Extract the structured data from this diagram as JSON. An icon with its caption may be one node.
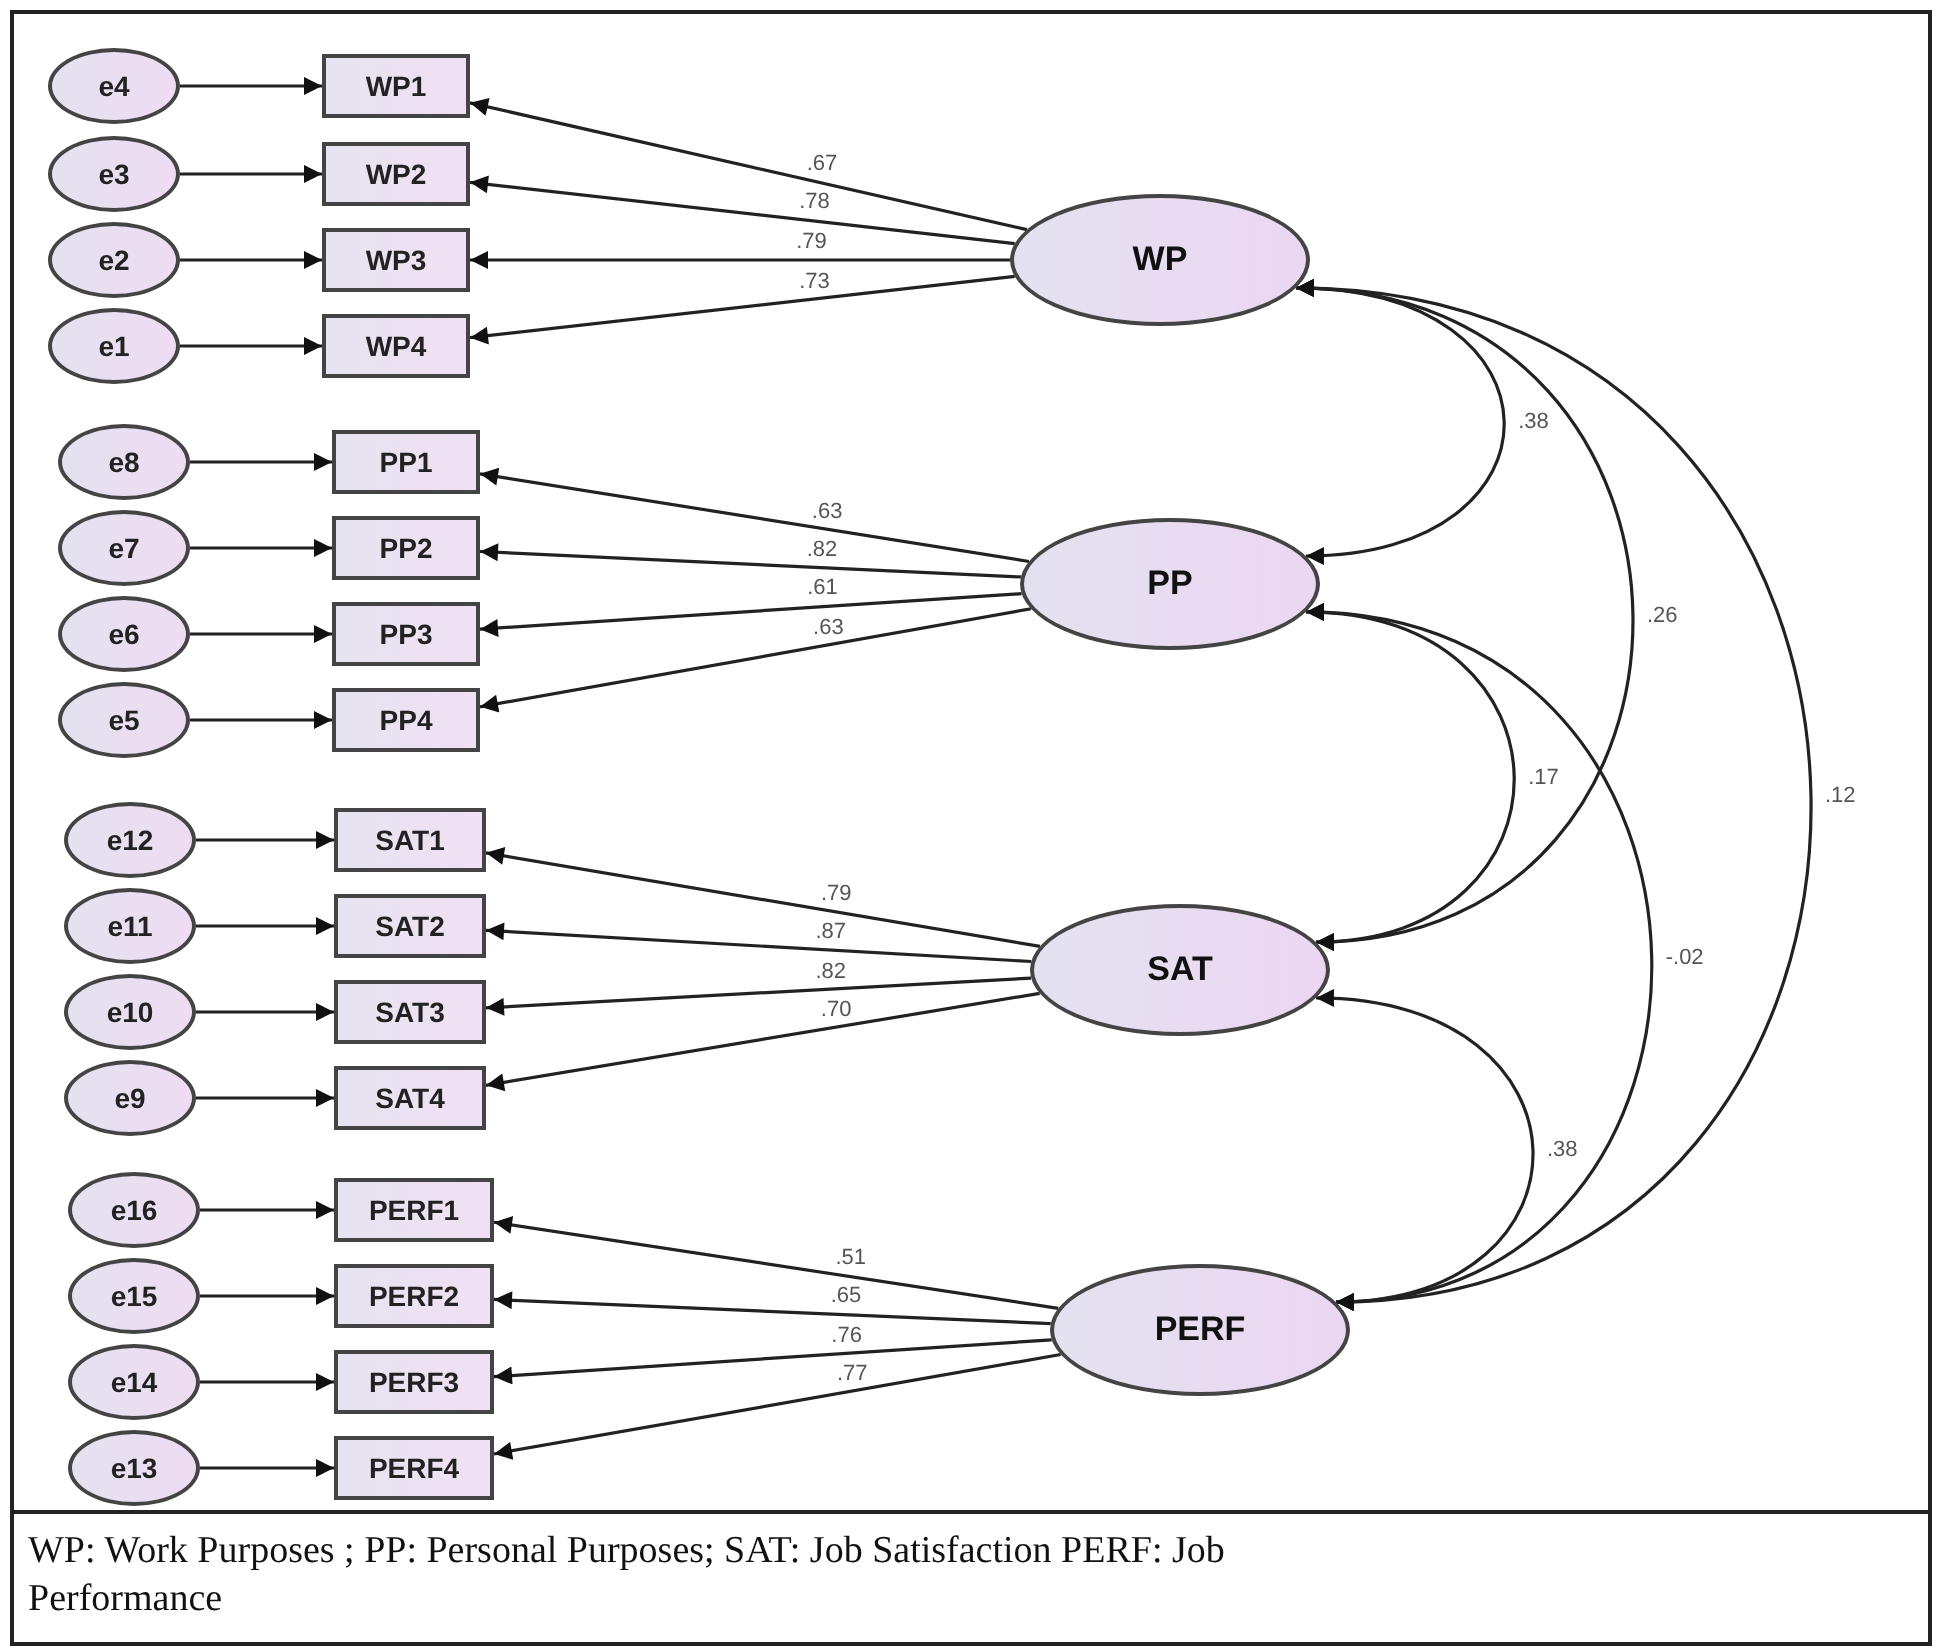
{
  "diagram": {
    "caption": "WP: Work Purposes ; PP: Personal Purposes; SAT: Job Satisfaction PERF: Job Performance",
    "nodes": [
      {
        "text": [
          "e4"
        ]
      },
      {
        "text": [
          "WP1"
        ]
      },
      {
        "text": [
          "e3"
        ]
      },
      {
        "text": [
          "WP2"
        ]
      },
      {
        "text": [
          "e2"
        ]
      },
      {
        "text": [
          "WP3"
        ]
      },
      {
        "text": [
          "e1"
        ]
      },
      {
        "text": [
          "WP4"
        ]
      },
      {
        "text": [
          "WP"
        ]
      },
      {
        "text": [
          "e8"
        ]
      },
      {
        "text": [
          "PP1"
        ]
      },
      {
        "text": [
          "e7"
        ]
      },
      {
        "text": [
          "PP2"
        ]
      },
      {
        "text": [
          "e6"
        ]
      },
      {
        "text": [
          "PP3"
        ]
      },
      {
        "text": [
          "e5"
        ]
      },
      {
        "text": [
          "PP4"
        ]
      },
      {
        "text": [
          "PP"
        ]
      },
      {
        "text": [
          "e12"
        ]
      },
      {
        "text": [
          "SAT1"
        ]
      },
      {
        "text": [
          "e11"
        ]
      },
      {
        "text": [
          "SAT2"
        ]
      },
      {
        "text": [
          "e10"
        ]
      },
      {
        "text": [
          "SAT3"
        ]
      },
      {
        "text": [
          "e9"
        ]
      },
      {
        "text": [
          "SAT4"
        ]
      },
      {
        "text": [
          "SAT"
        ]
      },
      {
        "text": [
          "e16"
        ]
      },
      {
        "text": [
          "PERF1"
        ]
      },
      {
        "text": [
          "e15"
        ]
      },
      {
        "text": [
          "PERF2"
        ]
      },
      {
        "text": [
          "e14"
        ]
      },
      {
        "text": [
          "PERF3"
        ]
      },
      {
        "text": [
          "e13"
        ]
      },
      {
        "text": [
          "PERF4"
        ]
      },
      {
        "text": [
          "PERF"
        ]
      }
    ],
    "edges": [
      {
        "from": 0,
        "to": 1,
        "arrow": "to"
      },
      {
        "from": 2,
        "to": 3,
        "arrow": "to"
      },
      {
        "from": 4,
        "to": 5,
        "arrow": "to"
      },
      {
        "from": 6,
        "to": 7,
        "arrow": "to"
      },
      {
        "from": 8,
        "to": 1,
        "arrow": "to",
        "label": ".67"
      },
      {
        "from": 8,
        "to": 3,
        "arrow": "to",
        "label": ".78"
      },
      {
        "from": 8,
        "to": 5,
        "arrow": "to",
        "label": ".79"
      },
      {
        "from": 8,
        "to": 7,
        "arrow": "to",
        "label": ".73"
      },
      {
        "from": 9,
        "to": 10,
        "arrow": "to"
      },
      {
        "from": 11,
        "to": 12,
        "arrow": "to"
      },
      {
        "from": 13,
        "to": 14,
        "arrow": "to"
      },
      {
        "from": 15,
        "to": 16,
        "arrow": "to"
      },
      {
        "from": 17,
        "to": 10,
        "arrow": "to",
        "label": ".63"
      },
      {
        "from": 17,
        "to": 12,
        "arrow": "to",
        "label": ".82"
      },
      {
        "from": 17,
        "to": 14,
        "arrow": "to",
        "label": ".61"
      },
      {
        "from": 17,
        "to": 16,
        "arrow": "to",
        "label": ".63"
      },
      {
        "from": 18,
        "to": 19,
        "arrow": "to"
      },
      {
        "from": 20,
        "to": 21,
        "arrow": "to"
      },
      {
        "from": 22,
        "to": 23,
        "arrow": "to"
      },
      {
        "from": 24,
        "to": 25,
        "arrow": "to"
      },
      {
        "from": 26,
        "to": 19,
        "arrow": "to",
        "label": ".79"
      },
      {
        "from": 26,
        "to": 21,
        "arrow": "to",
        "label": ".87"
      },
      {
        "from": 26,
        "to": 23,
        "arrow": "to",
        "label": ".82"
      },
      {
        "from": 26,
        "to": 25,
        "arrow": "to",
        "label": ".70"
      },
      {
        "from": 27,
        "to": 28,
        "arrow": "to"
      },
      {
        "from": 29,
        "to": 30,
        "arrow": "to"
      },
      {
        "from": 31,
        "to": 32,
        "arrow": "to"
      },
      {
        "from": 33,
        "to": 34,
        "arrow": "to"
      },
      {
        "from": 35,
        "to": 28,
        "arrow": "to",
        "label": ".51"
      },
      {
        "from": 35,
        "to": 30,
        "arrow": "to",
        "label": ".65"
      },
      {
        "from": 35,
        "to": 32,
        "arrow": "to",
        "label": ".76"
      },
      {
        "from": 35,
        "to": 34,
        "arrow": "to",
        "label": ".77"
      },
      {
        "from": 8,
        "to": 17,
        "arrow": "both",
        "label": ".38"
      },
      {
        "from": 8,
        "to": 26,
        "arrow": "both",
        "label": ".26"
      },
      {
        "from": 8,
        "to": 35,
        "arrow": "both",
        "label": ".12"
      },
      {
        "from": 17,
        "to": 26,
        "arrow": "both",
        "label": ".17"
      },
      {
        "from": 17,
        "to": 35,
        "arrow": "both",
        "label": "-.02"
      },
      {
        "from": 26,
        "to": 35,
        "arrow": "both",
        "label": ".38"
      }
    ]
  }
}
